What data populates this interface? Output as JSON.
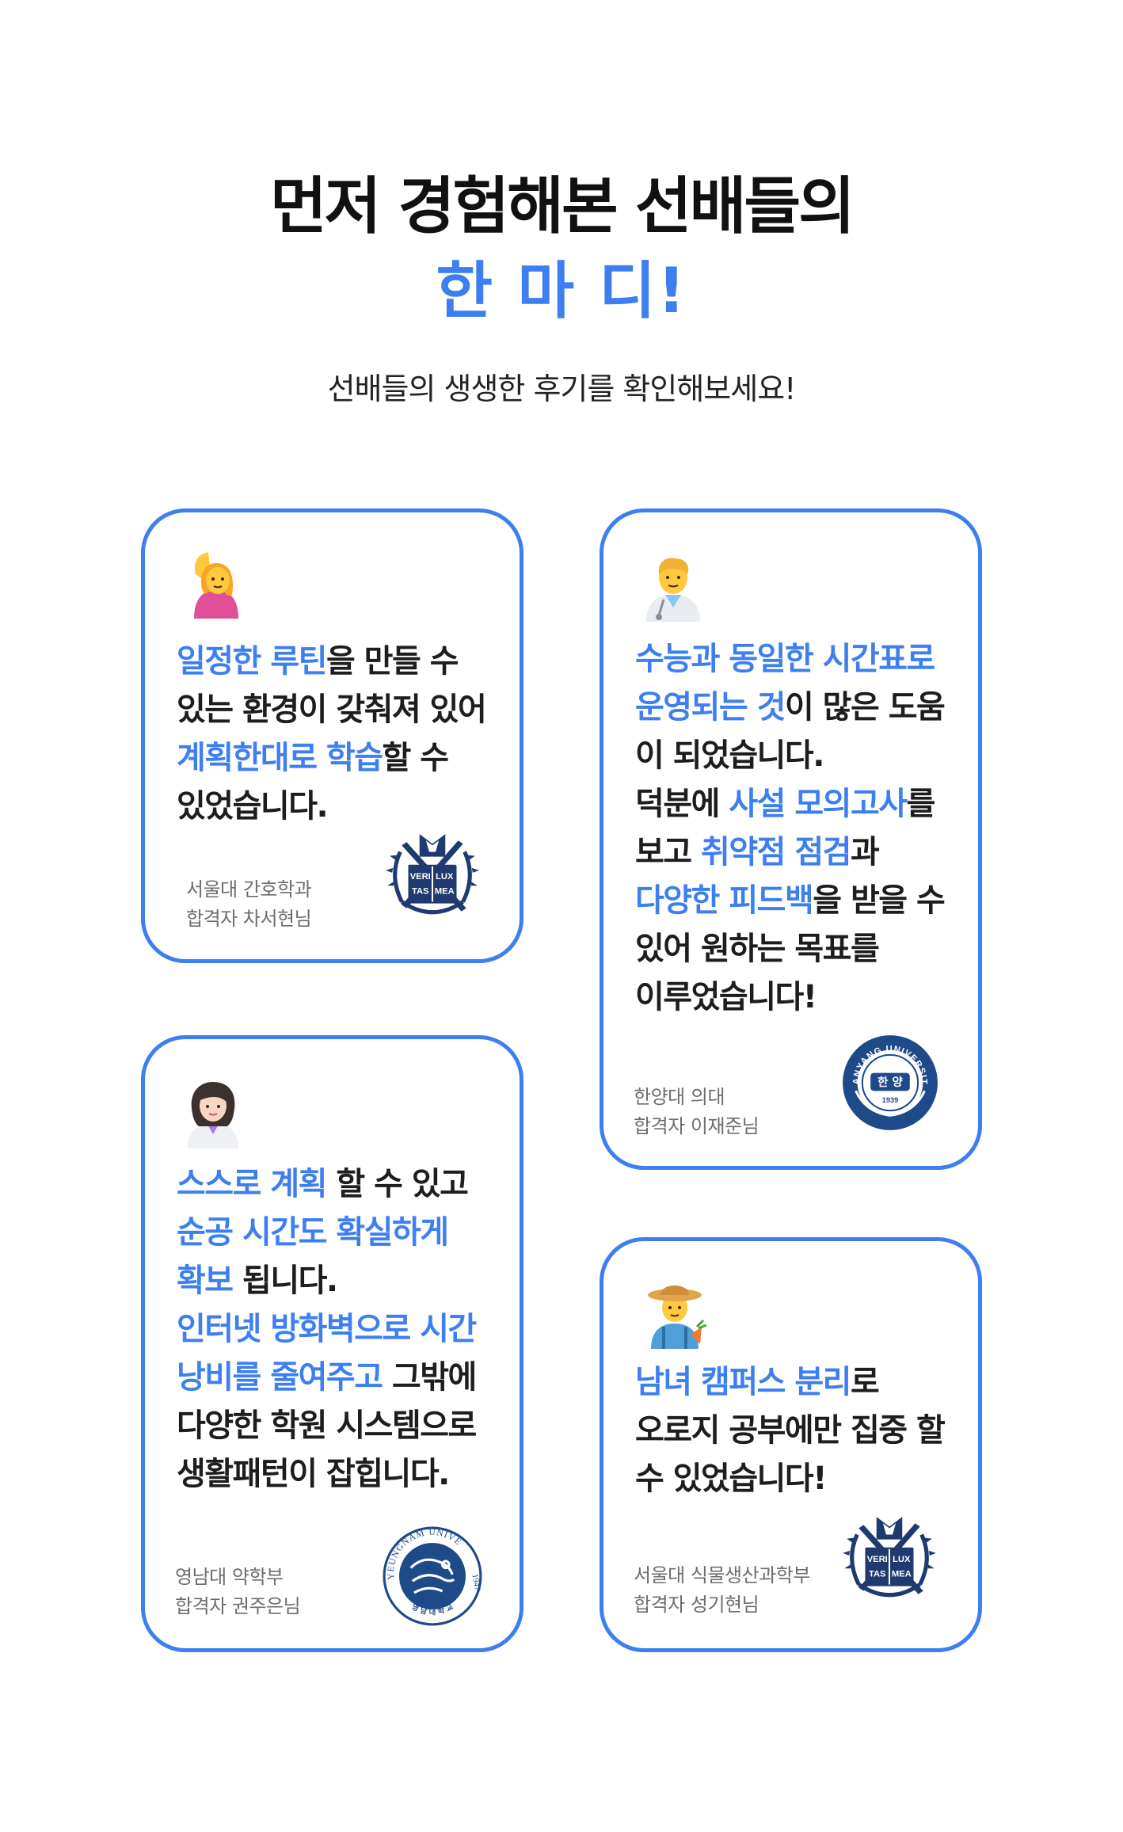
{
  "header": {
    "title_line1": "먼저 경험해본 선배들의",
    "title_line2": "한 마 디!",
    "subtitle": "선배들의 생생한 후기를 확인해보세요!"
  },
  "colors": {
    "accent": "#3d7ff0",
    "text": "#1d1d1d",
    "caption": "#6d6d6d"
  },
  "reviews": [
    {
      "avatar_icon": "woman-raising-hand-icon",
      "lines": [
        [
          {
            "t": "일정한 루틴",
            "hl": true
          },
          {
            "t": "을 만들 수",
            "hl": false
          }
        ],
        [
          {
            "t": "있는 환경이 갖춰져 있어",
            "hl": false
          }
        ],
        [
          {
            "t": "계획한대로 학습",
            "hl": true
          },
          {
            "t": "할 수",
            "hl": false
          }
        ],
        [
          {
            "t": "있었습니다.",
            "hl": false
          }
        ]
      ],
      "school": "서울대 간호학과",
      "name": "합격자 차서현님",
      "logo_icon": "seoul-national-university-emblem-icon",
      "logo_text": [
        "VERI",
        "LUX",
        "TAS",
        "MEA"
      ]
    },
    {
      "avatar_icon": "man-health-worker-icon",
      "lines": [
        [
          {
            "t": "수능과 동일한 시간표로",
            "hl": true
          }
        ],
        [
          {
            "t": "운영되는 것",
            "hl": true
          },
          {
            "t": "이 많은 도움",
            "hl": false
          }
        ],
        [
          {
            "t": "이 되었습니다.",
            "hl": false
          }
        ],
        [
          {
            "t": "덕분에 ",
            "hl": false
          },
          {
            "t": "사설 모의고사",
            "hl": true
          },
          {
            "t": "를",
            "hl": false
          }
        ],
        [
          {
            "t": "보고 ",
            "hl": false
          },
          {
            "t": "취약점 점검",
            "hl": true
          },
          {
            "t": "과",
            "hl": false
          }
        ],
        [
          {
            "t": "다양한 피드백",
            "hl": true
          },
          {
            "t": "을 받을 수",
            "hl": false
          }
        ],
        [
          {
            "t": "있어 원하는 목표를",
            "hl": false
          }
        ],
        [
          {
            "t": "이루었습니다!",
            "hl": false
          }
        ]
      ],
      "school": "한양대 의대",
      "name": "합격자 이재준님",
      "logo_icon": "hanyang-university-seal-icon",
      "logo_text": [
        "HANYANG UNIVERSITY",
        "한 양",
        "1939"
      ]
    },
    {
      "avatar_icon": "woman-health-worker-icon",
      "lines": [
        [
          {
            "t": "스스로 계획",
            "hl": true
          },
          {
            "t": " 할 수 있고",
            "hl": false
          }
        ],
        [
          {
            "t": "순공 시간도 확실하게",
            "hl": true
          }
        ],
        [
          {
            "t": "확보",
            "hl": true
          },
          {
            "t": " 됩니다.",
            "hl": false
          }
        ],
        [
          {
            "t": "인터넷 방화벽으로 시간",
            "hl": true
          }
        ],
        [
          {
            "t": "낭비를 줄여주고",
            "hl": true
          },
          {
            "t": " 그밖에",
            "hl": false
          }
        ],
        [
          {
            "t": "다양한 학원 시스템으로",
            "hl": false
          }
        ],
        [
          {
            "t": "생활패턴이 잡힙니다.",
            "hl": false
          }
        ]
      ],
      "school": "영남대 약학부",
      "name": "합격자 권주은님",
      "logo_icon": "yeungnam-university-seal-icon",
      "logo_text": [
        "YEUNGNAM UNIVERSITY",
        "1947",
        "영 남 대 학 교"
      ]
    },
    {
      "avatar_icon": "farmer-icon",
      "lines": [
        [
          {
            "t": "남녀 캠퍼스 분리",
            "hl": true
          },
          {
            "t": "로",
            "hl": false
          }
        ],
        [
          {
            "t": "오로지 공부에만 집중 할",
            "hl": false
          }
        ],
        [
          {
            "t": "수 있었습니다!",
            "hl": false
          }
        ]
      ],
      "school": "서울대 식물생산과학부",
      "name": "합격자 성기현님",
      "logo_icon": "seoul-national-university-emblem-icon",
      "logo_text": [
        "VERI",
        "LUX",
        "TAS",
        "MEA"
      ]
    }
  ]
}
